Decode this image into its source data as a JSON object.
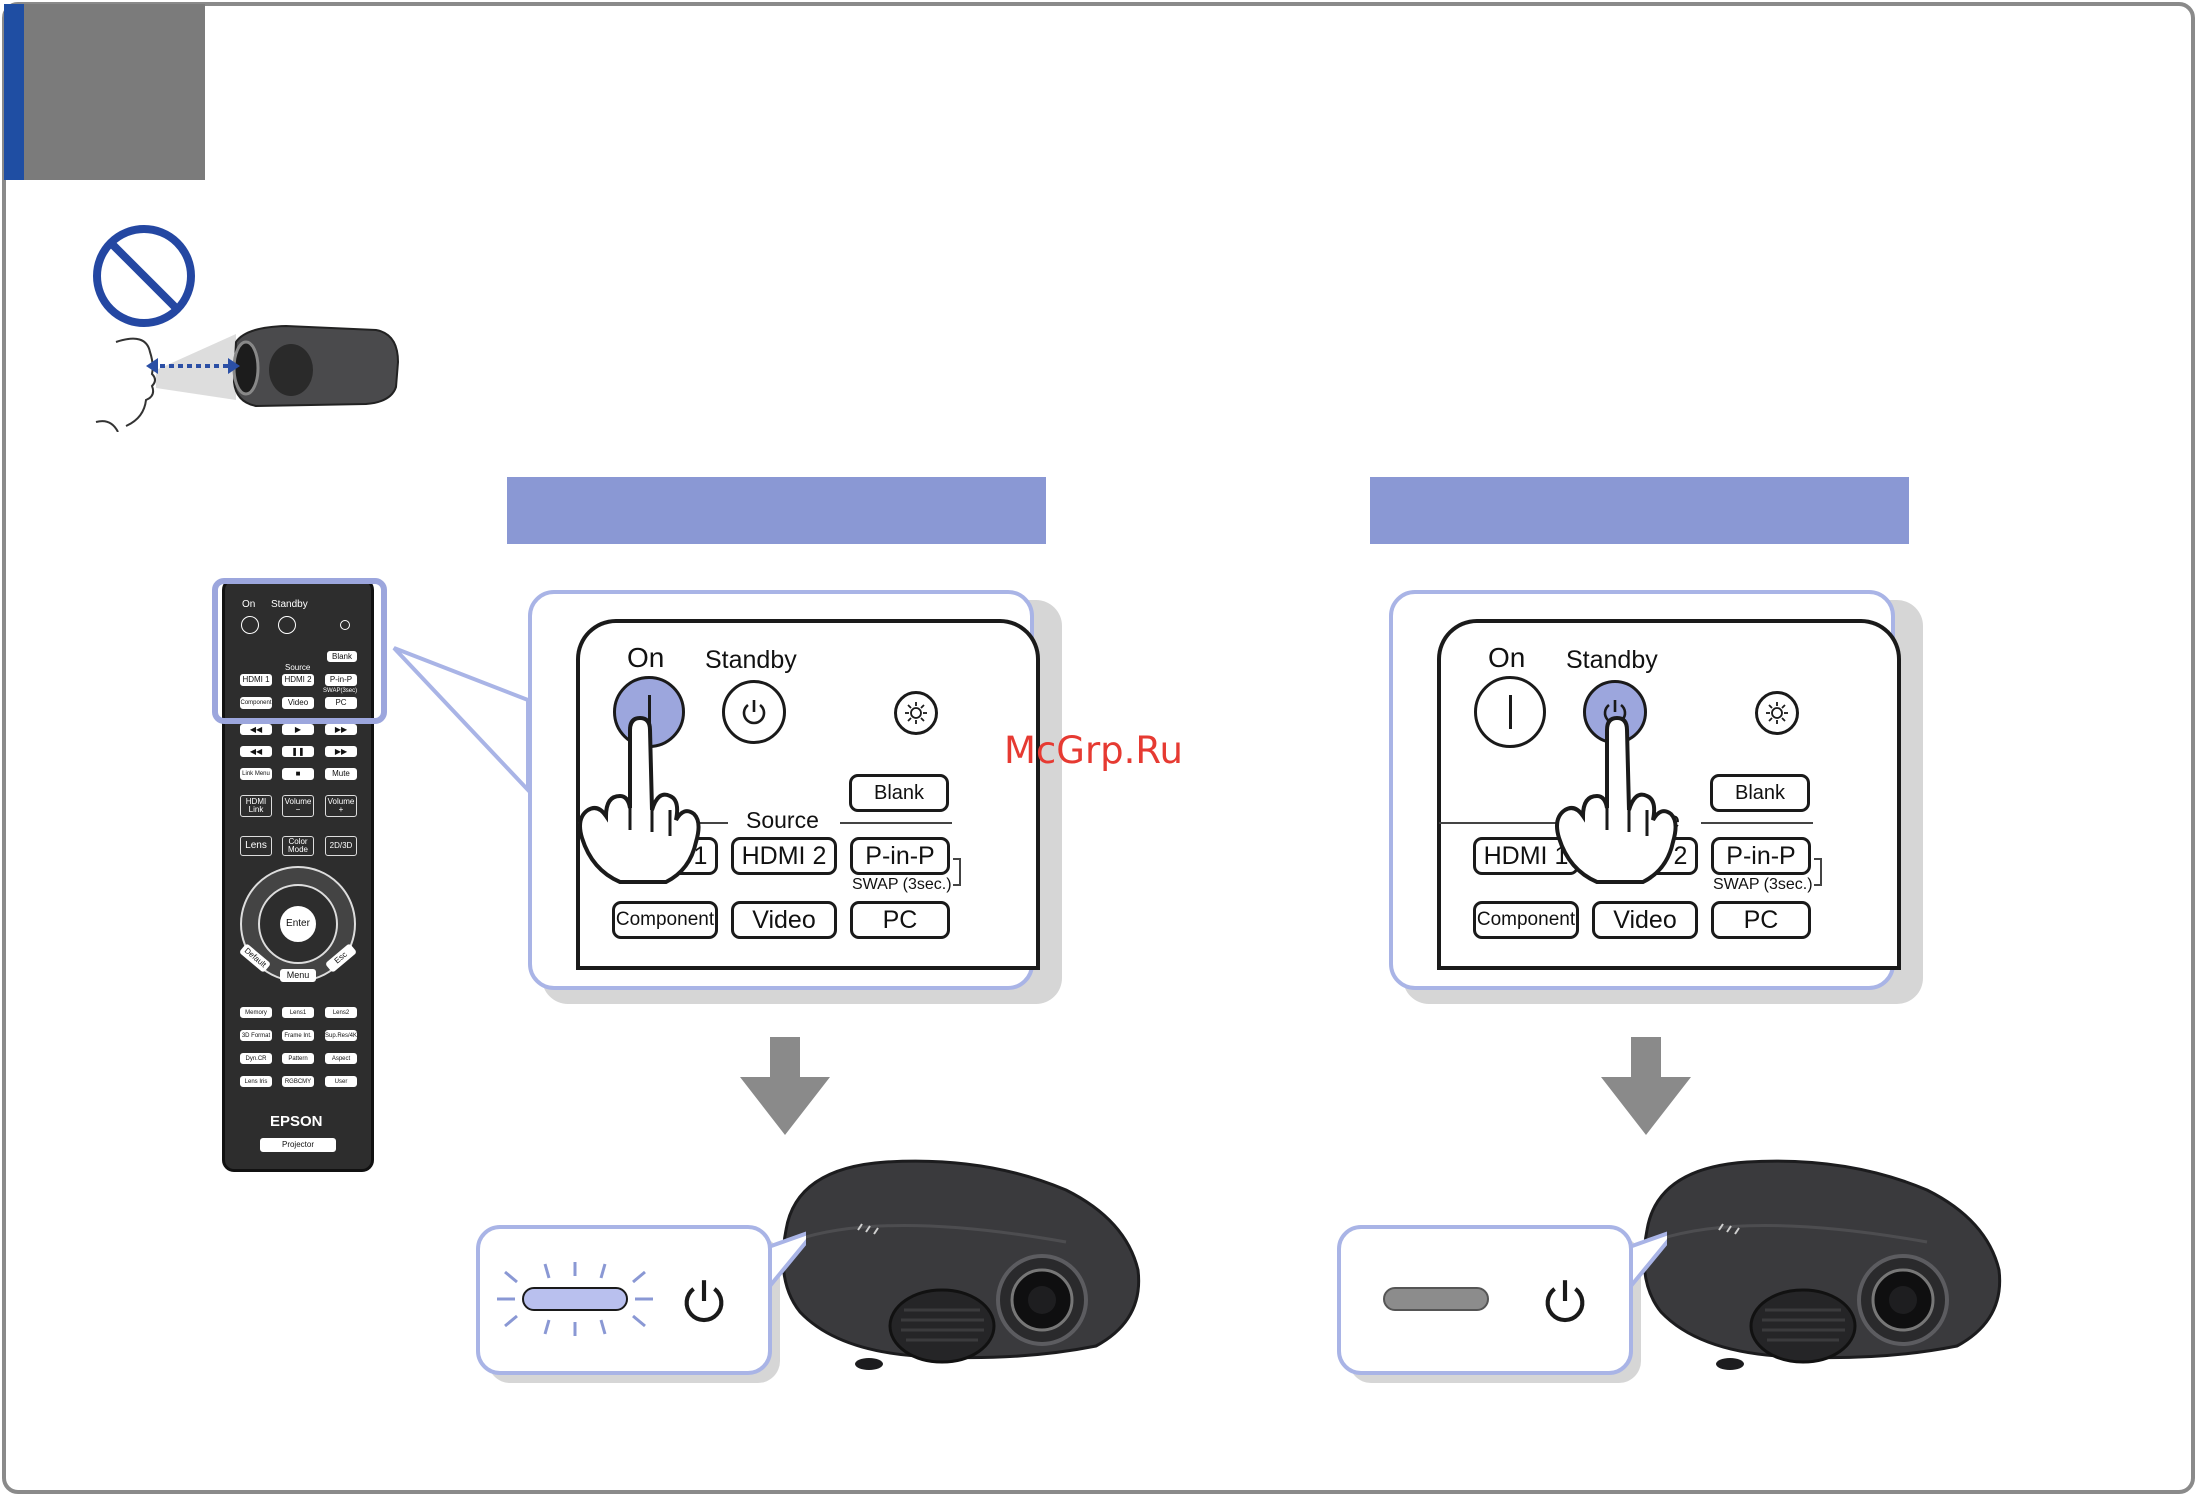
{
  "watermark": "McGrp.Ru",
  "remote": {
    "brand": "EPSON",
    "model_tag": "Projector",
    "top_labels": {
      "on": "On",
      "standby": "Standby",
      "source": "Source"
    },
    "source_buttons": [
      "HDMI 1",
      "HDMI 2",
      "P-in-P",
      "Component",
      "Video",
      "PC"
    ],
    "blank": "Blank",
    "swap_note": "SWAP(3sec)",
    "row_func": [
      "HDMI Link",
      "Volume −",
      "Volume +"
    ],
    "row_lens": [
      "Lens",
      "Color Mode",
      "2D/3D"
    ],
    "link_menu": "Link Menu",
    "mute": "Mute",
    "nav": {
      "enter": "Enter",
      "default": "Default",
      "menu": "Menu",
      "esc": "Esc"
    },
    "memory_rows": [
      [
        "Memory",
        "Lens1",
        "Lens2"
      ],
      [
        "3D Format",
        "Frame Int.",
        "Sup.Res/4K"
      ],
      [
        "Dyn.CR",
        "Pattern",
        "Aspect"
      ],
      [
        "Lens Iris",
        "RGBCMY",
        "User"
      ]
    ]
  },
  "panels": [
    {
      "label_on": "On",
      "label_standby": "Standby",
      "label_source": "Source",
      "buttons": {
        "blank": "Blank",
        "hdmi1": "HDMI 1",
        "hdmi2": "HDMI 2",
        "pinp": "P-in-P",
        "component": "Component",
        "video": "Video",
        "pc": "PC"
      },
      "swap": "SWAP (3sec.)",
      "pressed": "on",
      "lamp_state": "flashing"
    },
    {
      "label_on": "On",
      "label_standby": "Standby",
      "label_source": "Source",
      "buttons": {
        "blank": "Blank",
        "hdmi1": "HDMI 1",
        "hdmi2": "HDMI 2",
        "pinp": "P-in-P",
        "component": "Component",
        "video": "Video",
        "pc": "PC"
      },
      "swap": "SWAP (3sec.)",
      "pressed": "standby",
      "lamp_state": "off"
    }
  ],
  "colors": {
    "accent_blue": "#1f4ea3",
    "banner": "#8a98d4",
    "highlight": "#9ca6dd",
    "callout_border": "#a9b4e6",
    "lamp_on": "#b9c0ee",
    "lamp_off": "#8c8c8c",
    "remote_body": "#2d2d2d",
    "projector": "#2e2e30",
    "gray_tab": "#7b7b7b"
  },
  "icons": [
    "prohibition-icon",
    "power-icon",
    "brightness-icon",
    "pointing-hand-icon",
    "down-arrow-icon",
    "projector-icon",
    "remote-control-icon"
  ]
}
